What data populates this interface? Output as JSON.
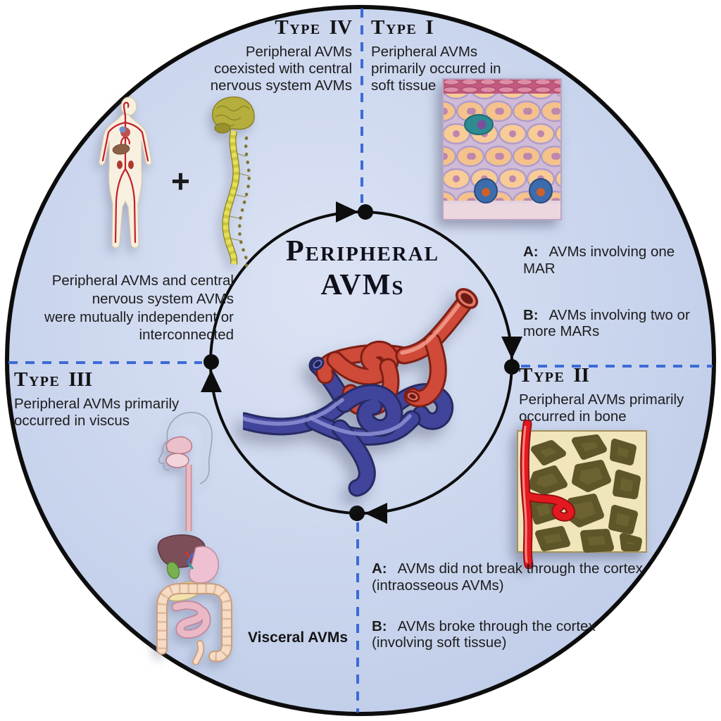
{
  "colors": {
    "circle_fill": "#c9d4ec",
    "circle_fill_light": "#dde4f4",
    "outline_black": "#0d0d0d",
    "dashed_divider_blue": "#3c6bd6",
    "text": "#1b1b1b",
    "artery_red": "#cf4a38",
    "vein_blue": "#41449b"
  },
  "center": {
    "title_lines": [
      "Peripheral",
      "AVMs"
    ],
    "illustration": "avm-vessel-tangle"
  },
  "quadrants": {
    "type_i": {
      "heading": {
        "word": "Type",
        "numeral": "I"
      },
      "description_lines": [
        "Peripheral AVMs",
        "primarily occurred in",
        "soft tissue"
      ],
      "items": [
        {
          "label": "A:",
          "text": "AVMs involving one MAR"
        },
        {
          "label": "B:",
          "text": "AVMs involving two or more MARs"
        }
      ],
      "illustration": "soft-tissue"
    },
    "type_ii": {
      "heading": {
        "word": "Type",
        "numeral": "II"
      },
      "description_lines": [
        "Peripheral AVMs primarily",
        "occurred in bone"
      ],
      "items": [
        {
          "label": "A:",
          "text": "AVMs did not break through the cortex (intraosseous AVMs)"
        },
        {
          "label": "B:",
          "text": "AVMs broke through the cortex (involving soft tissue)"
        }
      ],
      "illustration": "trabecular-bone"
    },
    "type_iii": {
      "heading": {
        "word": "Type",
        "numeral": "III"
      },
      "description_lines": [
        "Peripheral AVMs primarily",
        "occurred in viscus"
      ],
      "caption": "Visceral AVMs",
      "illustration": "digestive-system"
    },
    "type_iv": {
      "heading": {
        "word": "Type",
        "numeral": "IV"
      },
      "description_lines": [
        "Peripheral AVMs",
        "coexisted with central",
        "nervous system AVMs"
      ],
      "plus_sign": "+",
      "note_lines": [
        "Peripheral AVMs and central",
        "nervous system AVMs",
        "were mutually independent or",
        "interconnected"
      ],
      "illustrations": [
        "body-vasculature",
        "brain-spinal-cord"
      ]
    }
  }
}
